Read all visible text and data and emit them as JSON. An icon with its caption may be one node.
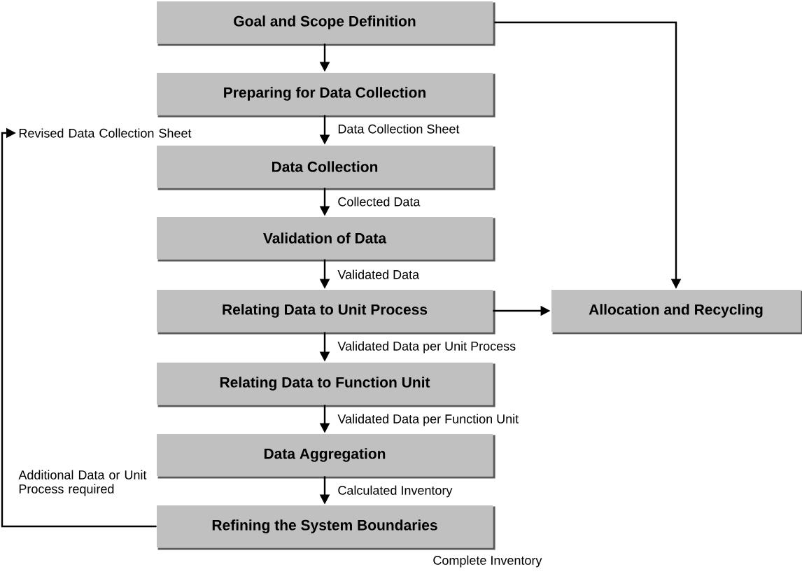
{
  "diagram": {
    "nodes": [
      {
        "text": [
          "Goal and Scope Definition"
        ]
      },
      {
        "text": [
          "Preparing for Data Collection"
        ]
      },
      {
        "text": [
          "Data Collection"
        ]
      },
      {
        "text": [
          "Validation of Data"
        ]
      },
      {
        "text": [
          "Relating Data to Unit Process"
        ]
      },
      {
        "text": [
          "Relating Data to Function Unit"
        ]
      },
      {
        "text": [
          "Data Aggregation"
        ]
      },
      {
        "text": [
          "Refining the System Boundaries"
        ]
      },
      {
        "text": [
          "Allocation and Recycling"
        ]
      },
      {
        "text": [
          "Revised Data Collection Sheet"
        ]
      }
    ],
    "edges": [
      {
        "from": 0,
        "to": 1,
        "arrow": "to"
      },
      {
        "from": 1,
        "to": 2,
        "arrow": "to",
        "label": "Data Collection Sheet"
      },
      {
        "from": 2,
        "to": 3,
        "arrow": "to",
        "label": "Collected Data"
      },
      {
        "from": 3,
        "to": 4,
        "arrow": "to",
        "label": "Validated Data"
      },
      {
        "from": 4,
        "to": 8,
        "arrow": "to"
      },
      {
        "from": 0,
        "to": 8,
        "arrow": "to"
      },
      {
        "from": 4,
        "to": 5,
        "arrow": "to",
        "label": "Validated Data per Unit Process"
      },
      {
        "from": 5,
        "to": 6,
        "arrow": "to",
        "label": "Validated Data per Function Unit"
      },
      {
        "from": 6,
        "to": 7,
        "arrow": "to",
        "label": "Calculated Inventory"
      },
      {
        "from": 7,
        "to": 9,
        "arrow": "to",
        "label": "Additional Data or Unit Process required"
      }
    ],
    "labels": [
      "Complete Inventory"
    ]
  }
}
